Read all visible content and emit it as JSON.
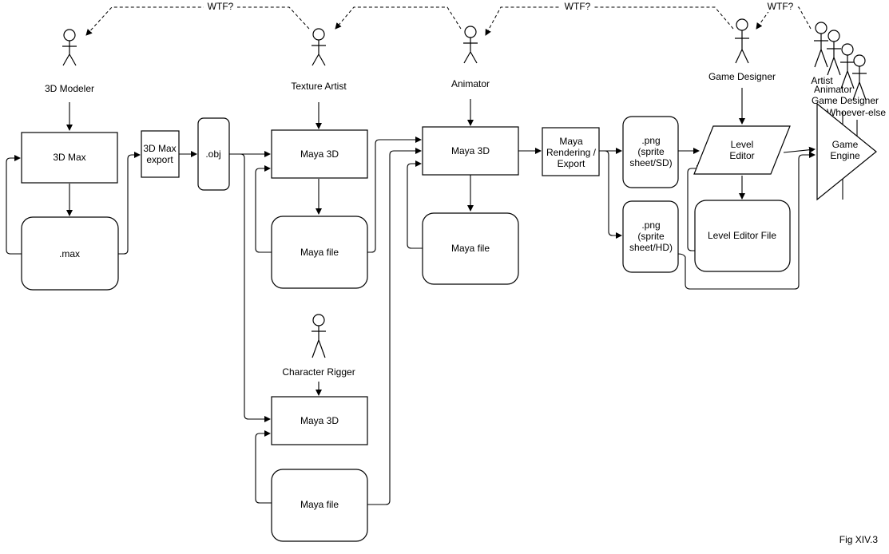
{
  "nodes": {
    "max3d": "3D Max",
    "max_file": ".max",
    "max_export": [
      "3D Max",
      "export"
    ],
    "obj": ".obj",
    "maya_texture": "Maya 3D",
    "maya_file_texture": "Maya file",
    "maya_anim": "Maya 3D",
    "maya_file_anim": "Maya file",
    "maya_rig": "Maya 3D",
    "maya_file_rig": "Maya file",
    "maya_render": [
      "Maya",
      "Rendering /",
      "Export"
    ],
    "png_sd": [
      ".png",
      "(sprite",
      "sheet/SD)"
    ],
    "png_hd": [
      ".png",
      "(sprite",
      "sheet/HD)"
    ],
    "level_editor": [
      "Level",
      "Editor"
    ],
    "level_editor_file": "Level Editor File",
    "game_engine": [
      "Game",
      "Engine"
    ]
  },
  "actors": {
    "modeler": "3D Modeler",
    "texture_artist": "Texture Artist",
    "animator": "Animator",
    "game_designer": "Game Designer",
    "rigger": "Character Rigger",
    "group": [
      "Artist",
      "Animator",
      "Game Designer",
      "Whoever-else"
    ]
  },
  "wtf_labels": [
    "WTF?",
    "WTF?",
    "WTF?"
  ],
  "caption": "Fig XIV.3"
}
